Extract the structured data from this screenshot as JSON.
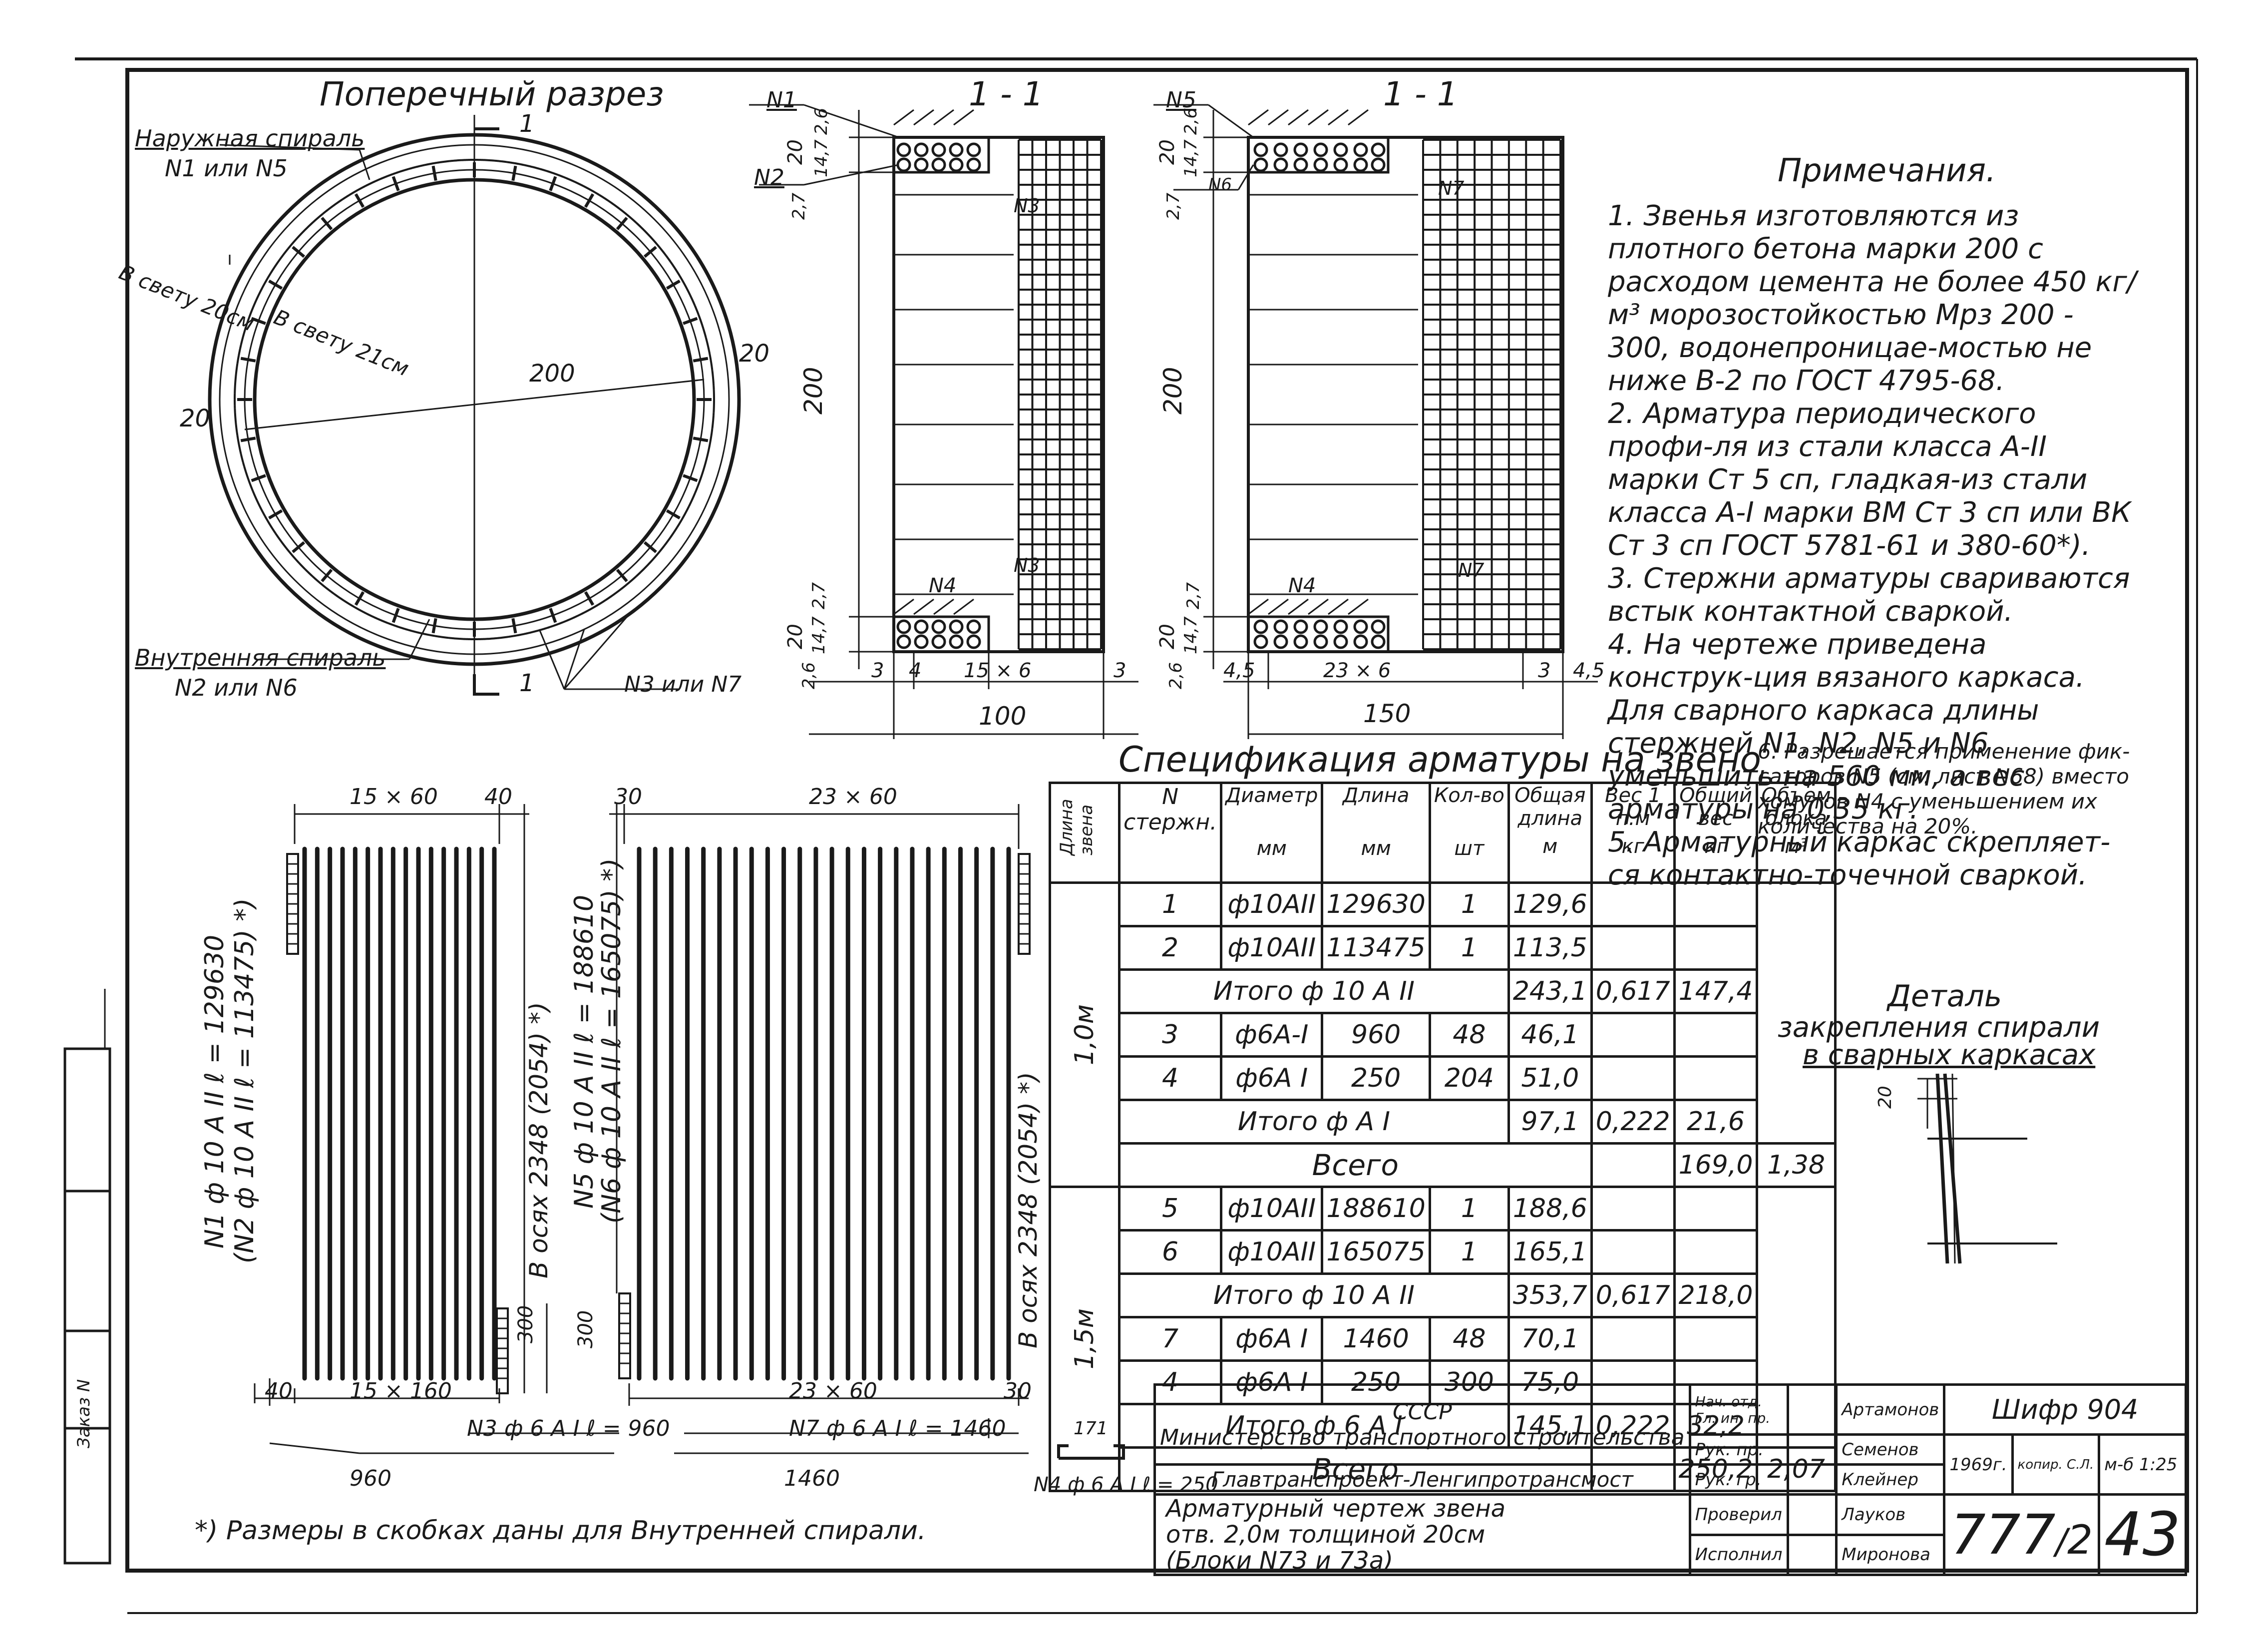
{
  "cross_section": {
    "title": "Поперечный разрез",
    "outer_spiral": "Наружная спираль",
    "outer_spiral_no": "N1 или N5",
    "clear_20": "В свету 20см",
    "clear_21": "В свету 21см",
    "inner_spiral": "Внутренняя спираль",
    "inner_spiral_no": "N2 или N6",
    "n3n7": "N3 или N7",
    "diam": "200",
    "left20": "20",
    "right20": "20",
    "cut_top": "1",
    "cut_bot": "1"
  },
  "section1": {
    "title": "1 - 1",
    "n1": "N1",
    "n2": "N2",
    "n3a": "N3",
    "n3b": "N3",
    "n4": "N4",
    "h200": "200",
    "d20a": "20",
    "d20b": "20",
    "d147a": "14,7",
    "d26a": "2,6",
    "d27a": "2,7",
    "d27b": "2,7",
    "d147b": "14,7",
    "d26b": "2,6",
    "b3a": "3",
    "b4": "4",
    "b15x6": "15 × 6",
    "b3b": "3",
    "w100": "100"
  },
  "section2": {
    "title": "1 - 1",
    "n5": "N5",
    "n6": "N6",
    "n7a": "N7",
    "n7b": "N7",
    "n4": "N4",
    "h200": "200",
    "d20a": "20",
    "d20b": "20",
    "d147a": "14,7",
    "d26a": "2,6",
    "d27a": "2,7",
    "d27b": "2,7",
    "d147b": "14,7",
    "d26b": "2,6",
    "b45a": "4,5",
    "b23x6": "23 × 6",
    "b3": "3",
    "b45b": "4,5",
    "w150": "150"
  },
  "notes": {
    "heading": "Примечания.",
    "items": [
      "1. Звенья изготовляются из плотного бетона марки 200 с расходом цемента не более 450 кг/м³ морозостойкостью Мрз 200 - 300, водонепроницае-мостью не ниже В-2 по ГОСТ 4795-68.",
      "2. Арматура периодического профи-ля из стали класса А-II марки Ст 5 сп, гладкая-из стали класса А-I марки ВМ Ст 3 сп или ВК Ст 3 сп ГОСТ 5781-61 и 380-60*).",
      "3. Стержни арматуры свариваются встык контактной сваркой.",
      "4. На чертеже приведена конструк-ция вязаного каркаса. Для сварного каркаса длины стержней N1, N2, N5 и N6 уменьшить на 560 мм, а вес арматуры на 0,35 кг.",
      "5. Арматурный каркас скрепляет-ся контактно-точечной сваркой.",
      "6. Разрешается применение фик-саторов N5 (см. лист N68) вместо хомутов N4 с уменьшением их количества на 20%."
    ]
  },
  "spec": {
    "title": "Спецификация арматуры на звено",
    "headers": {
      "length": "Длина звена",
      "n": "N стержн.",
      "diam": "Диаметр",
      "diam_u": "мм",
      "len": "Длина",
      "len_u": "мм",
      "qty": "Кол-во",
      "qty_u": "шт",
      "total_len": "Общая длина",
      "total_len_u": "м",
      "w1": "Вес 1 п.м",
      "w1_u": "кг",
      "total_w": "Общий вес",
      "total_w_u": "кг",
      "vol": "Объем блока",
      "vol_u": "м³"
    },
    "group1_len": "1,0м",
    "group2_len": "1,5м",
    "rows1": [
      {
        "n": "1",
        "d": "ф10АII",
        "l": "129630",
        "q": "1",
        "tl": "129,6"
      },
      {
        "n": "2",
        "d": "ф10АII",
        "l": "113475",
        "q": "1",
        "tl": "113,5"
      }
    ],
    "sub1": {
      "label": "Итого ф 10 А II",
      "tl": "243,1",
      "w": "0,617",
      "tw": "147,4"
    },
    "rows1b": [
      {
        "n": "3",
        "d": "ф6А-I",
        "l": "960",
        "q": "48",
        "tl": "46,1"
      },
      {
        "n": "4",
        "d": "ф6А I",
        "l": "250",
        "q": "204",
        "tl": "51,0"
      }
    ],
    "sub1b": {
      "label": "Итого ф А I",
      "tl": "97,1",
      "w": "0,222",
      "tw": "21,6"
    },
    "total1": {
      "label": "Всего",
      "tw": "169,0",
      "v": "1,38"
    },
    "rows2": [
      {
        "n": "5",
        "d": "ф10АII",
        "l": "188610",
        "q": "1",
        "tl": "188,6"
      },
      {
        "n": "6",
        "d": "ф10АII",
        "l": "165075",
        "q": "1",
        "tl": "165,1"
      }
    ],
    "sub2": {
      "label": "Итого ф 10 А II",
      "tl": "353,7",
      "w": "0,617",
      "tw": "218,0"
    },
    "rows2b": [
      {
        "n": "7",
        "d": "ф6А I",
        "l": "1460",
        "q": "48",
        "tl": "70,1"
      },
      {
        "n": "4",
        "d": "ф6А I",
        "l": "250",
        "q": "300",
        "tl": "75,0"
      }
    ],
    "sub2b": {
      "label": "Итого ф 6 А I",
      "tl": "145,1",
      "w": "0,222",
      "tw": "32,2"
    },
    "total2": {
      "label": "Всего",
      "tw": "250,2",
      "v": "2,07"
    }
  },
  "detail": {
    "title1": "Деталь",
    "title2": "закрепления спирали",
    "title3": "в сварных каркасах",
    "dim": "20"
  },
  "cage1": {
    "top_dims": "15 × 60",
    "top_40": "40",
    "bot_40": "40",
    "bot_dims": "15 × 160",
    "side_300": "300",
    "vert_label1": "N1 ф 10 А II   ℓ = 129630",
    "vert_label2": "(N2 ф 10 А II   ℓ = 113475) *)",
    "axis_label": "В осях 2348 (2054) *)",
    "bar_label": "N3 ф 6 А I  ℓ = 960",
    "bar_len": "960"
  },
  "cage2": {
    "top_30": "30",
    "top_dims": "23 × 60",
    "bot_dims": "23 × 60",
    "bot_30": "30",
    "side_300": "300",
    "vert_label1": "N5 ф 10 А II   ℓ = 188610",
    "vert_label2": "(N6 ф 10 А II   ℓ = 165075) *)",
    "axis_label": "В осях 2348 (2054) *)",
    "bar_label": "N7 ф 6 А I  ℓ = 1460",
    "bar_len": "1460",
    "hook_dim": "171",
    "hook_label": "N4 ф 6 А I ℓ = 250"
  },
  "footnote": "*) Размеры в скобках даны для Внутренней спирали.",
  "side_stamp": "Заказ N",
  "title_block": {
    "org1": "СССР",
    "org2": "Министерство транспортного строительства",
    "org3": "Главтранспроект-Ленгипротрансмост",
    "drawing1": "Арматурный чертеж звена",
    "drawing2": "отв. 2,0м толщиной 20см",
    "drawing3": "(Блоки N73 и 73а)",
    "role1": "Нач. отд.",
    "role1b": "Гл. ин. пр.",
    "role2": "Рук. пр.",
    "role3": "Рук. гр.",
    "role4": "Проверил",
    "role5": "Исполнил",
    "name1": "Артамонов",
    "name2": "Семенов",
    "name3": "Клейнер",
    "name4": "Лауков",
    "name5": "Миронова",
    "cipher": "Шифр 904",
    "year": "1969г.",
    "copy": "копир. С.Л.",
    "scale": "м-б 1:25",
    "number": "777",
    "number_sub": "2",
    "sheet": "43"
  }
}
